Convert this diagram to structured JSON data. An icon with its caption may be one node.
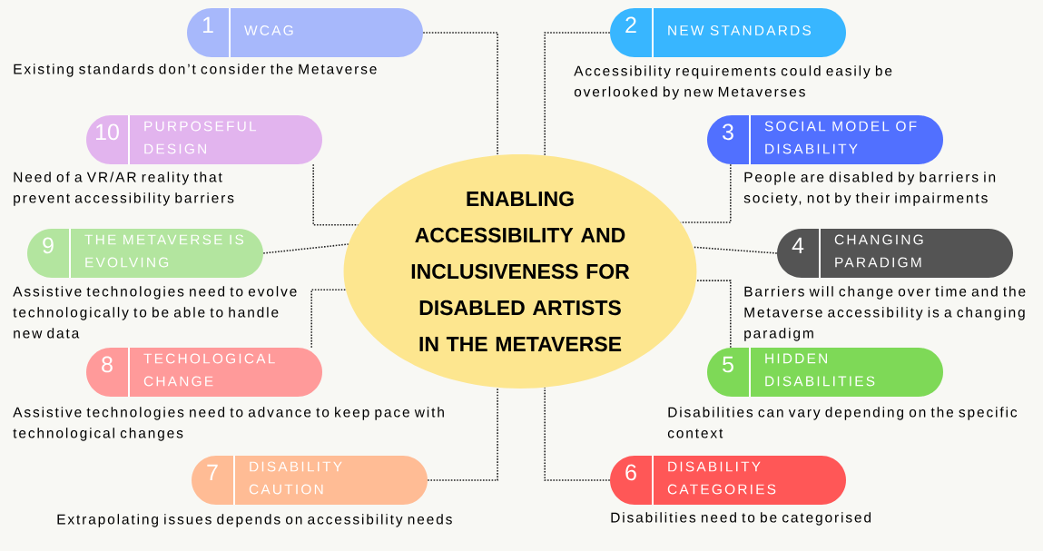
{
  "diagram": {
    "nodes": [
      {
        "text": [
          "ENABLING ACCESSIBILITY AND INCLUSIVENESS FOR DISABLED ARTISTS IN THE METAVERSE"
        ]
      },
      {
        "text": [
          "1",
          "WCAG"
        ],
        "beside": [
          "Existing standards don’t consider the Metaverse"
        ]
      },
      {
        "text": [
          "2",
          "NEW STANDARDS"
        ],
        "beside": [
          "Accessibility requirements could easily be overlooked by new Metaverses"
        ]
      },
      {
        "text": [
          "3",
          "SOCIAL MODEL OF DISABILITY"
        ],
        "beside": [
          "People are disabled by barriers in society, not by their impairments"
        ]
      },
      {
        "text": [
          "4",
          "CHANGING PARADIGM"
        ],
        "beside": [
          "Barriers will change over time and the Metaverse accessibility is a changing paradigm"
        ]
      },
      {
        "text": [
          "5",
          "HIDDEN DISABILITIES"
        ],
        "beside": [
          "Disabilities can vary depending on the specific context"
        ]
      },
      {
        "text": [
          "6",
          "DISABILITY CATEGORIES"
        ],
        "beside": [
          "Disabilities need to be categorised"
        ]
      },
      {
        "text": [
          "7",
          "DISABILITY CAUTION"
        ],
        "beside": [
          "Extrapolating issues depends on accessibility needs"
        ]
      },
      {
        "text": [
          "8",
          "TECHOLOGICAL CHANGE"
        ],
        "beside": [
          "Assistive technologies need to advance to keep pace with technological changes"
        ]
      },
      {
        "text": [
          "9",
          "THE METAVERSE IS EVOLVING"
        ],
        "beside": [
          "Assistive technologies need to evolve technologically to be able to handle new data"
        ]
      },
      {
        "text": [
          "10",
          "PURPOSEFUL DESIGN"
        ],
        "beside": [
          "Need of a VR/AR reality that prevent accessibility barriers"
        ]
      }
    ],
    "edges": [
      {
        "from": 0,
        "to": 1,
        "arrow": "none"
      },
      {
        "from": 0,
        "to": 2,
        "arrow": "none"
      },
      {
        "from": 0,
        "to": 3,
        "arrow": "none"
      },
      {
        "from": 0,
        "to": 4,
        "arrow": "none"
      },
      {
        "from": 0,
        "to": 5,
        "arrow": "none"
      },
      {
        "from": 0,
        "to": 6,
        "arrow": "none"
      },
      {
        "from": 0,
        "to": 7,
        "arrow": "none"
      },
      {
        "from": 0,
        "to": 8,
        "arrow": "none"
      },
      {
        "from": 0,
        "to": 9,
        "arrow": "none"
      },
      {
        "from": 0,
        "to": 10,
        "arrow": "none"
      }
    ]
  }
}
